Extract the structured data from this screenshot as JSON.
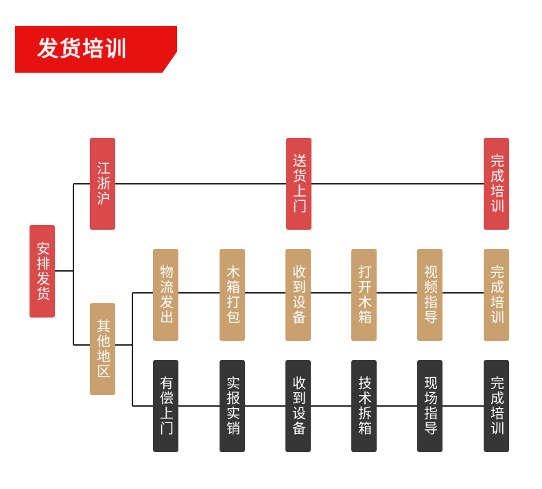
{
  "header": {
    "title": "发货培训"
  },
  "colors": {
    "banner": "#e61212",
    "red_node": "#d94b4b",
    "tan_node": "#c9a16f",
    "dark_node": "#363636",
    "line": "#222222"
  },
  "nodes": {
    "root": "安排发货",
    "zone_jzh": "江浙沪",
    "zone_other": "其他地区",
    "jzh_steps": [
      "送货上门",
      "完成培训"
    ],
    "other_tan_steps": [
      "物流发出",
      "木箱打包",
      "收到设备",
      "打开木箱",
      "视频指导",
      "完成培训"
    ],
    "other_dark_steps": [
      "有偿上门",
      "实报实销",
      "收到设备",
      "技术拆箱",
      "现场指导",
      "完成培训"
    ]
  }
}
